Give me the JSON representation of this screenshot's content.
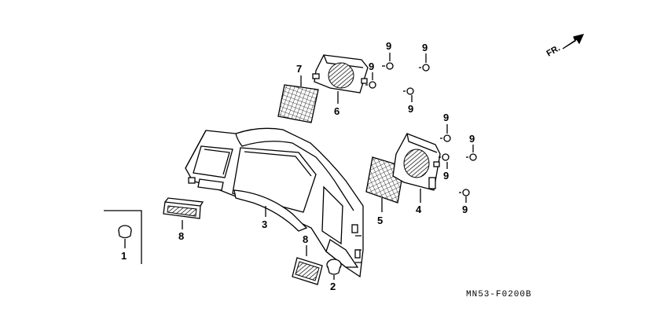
{
  "diagram": {
    "direction_label": "FR.",
    "drawing_code": "MN53-F0200B",
    "callouts": {
      "c1": "1",
      "c2": "2",
      "c3": "3",
      "c4": "4",
      "c5": "5",
      "c6": "6",
      "c7": "7",
      "c8a": "8",
      "c8b": "8",
      "c9a": "9",
      "c9b": "9",
      "c9c": "9",
      "c9d": "9",
      "c9e": "9",
      "c9f": "9",
      "c9g": "9",
      "c9h": "9"
    }
  }
}
